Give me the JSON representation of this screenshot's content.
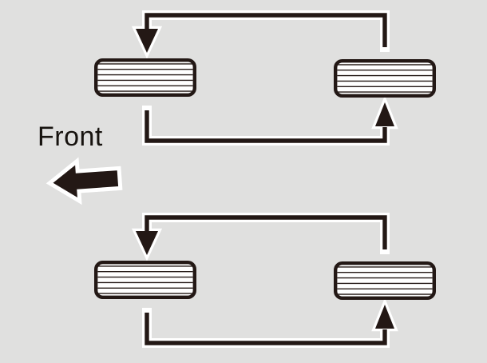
{
  "figure": {
    "type": "tire-rotation-diagram",
    "front_indicator": {
      "label": "Front",
      "arrow_icon": "thick-left-block-arrow",
      "direction": "left"
    },
    "rotation_pairs": [
      {
        "name": "top-pair",
        "tires": [
          "left",
          "right"
        ],
        "arrows": [
          {
            "route": "right-tire-top to left-tire-top",
            "arrowhead": "down"
          },
          {
            "route": "left-tire-bottom to right-tire-bottom",
            "arrowhead": "up"
          }
        ]
      },
      {
        "name": "bottom-pair",
        "tires": [
          "left",
          "right"
        ],
        "arrows": [
          {
            "route": "right-tire-top to left-tire-top",
            "arrowhead": "down"
          },
          {
            "route": "left-tire-bottom to right-tire-bottom",
            "arrowhead": "up"
          }
        ]
      }
    ]
  },
  "colors": {
    "background": "#e0e0df",
    "ink": "#231815",
    "casing": "#ffffff",
    "tire_fill": "#ffffff",
    "label_text": "#17130f"
  }
}
